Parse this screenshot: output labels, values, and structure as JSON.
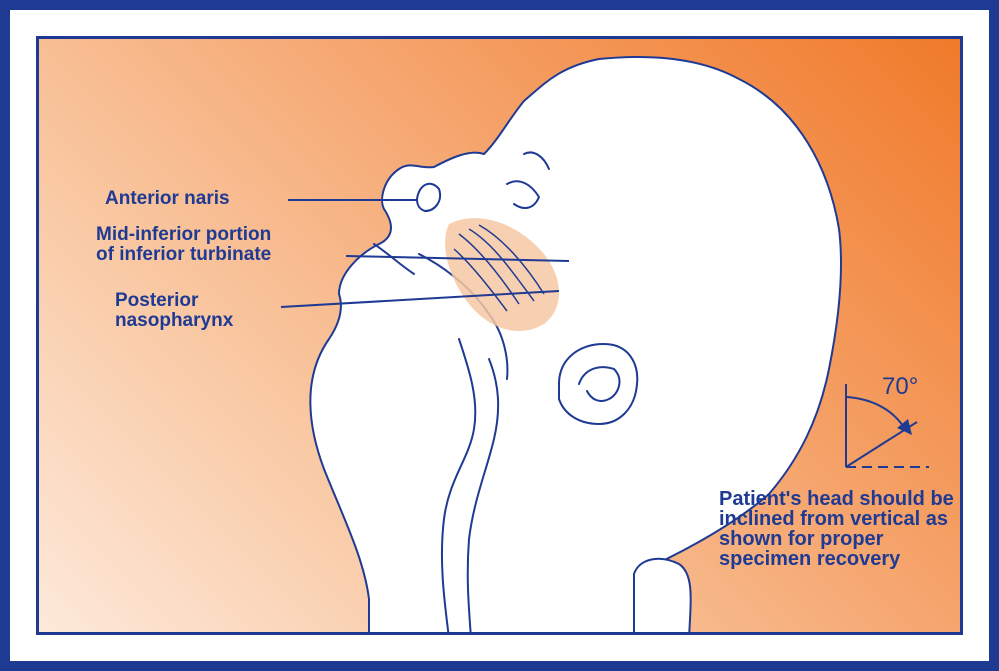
{
  "diagram": {
    "labels": {
      "anterior_naris": "Anterior naris",
      "inferior_turbinate": "Mid-inferior portion\nof inferior turbinate",
      "posterior_nasopharynx": "Posterior\nnasopharynx"
    },
    "angle_label": "70°",
    "caption": "Patient's head should be inclined from vertical as shown for proper specimen recovery",
    "colors": {
      "frame": "#1f3a93",
      "accent_orange": "#f07a2a",
      "line": "#1f3a93"
    }
  }
}
